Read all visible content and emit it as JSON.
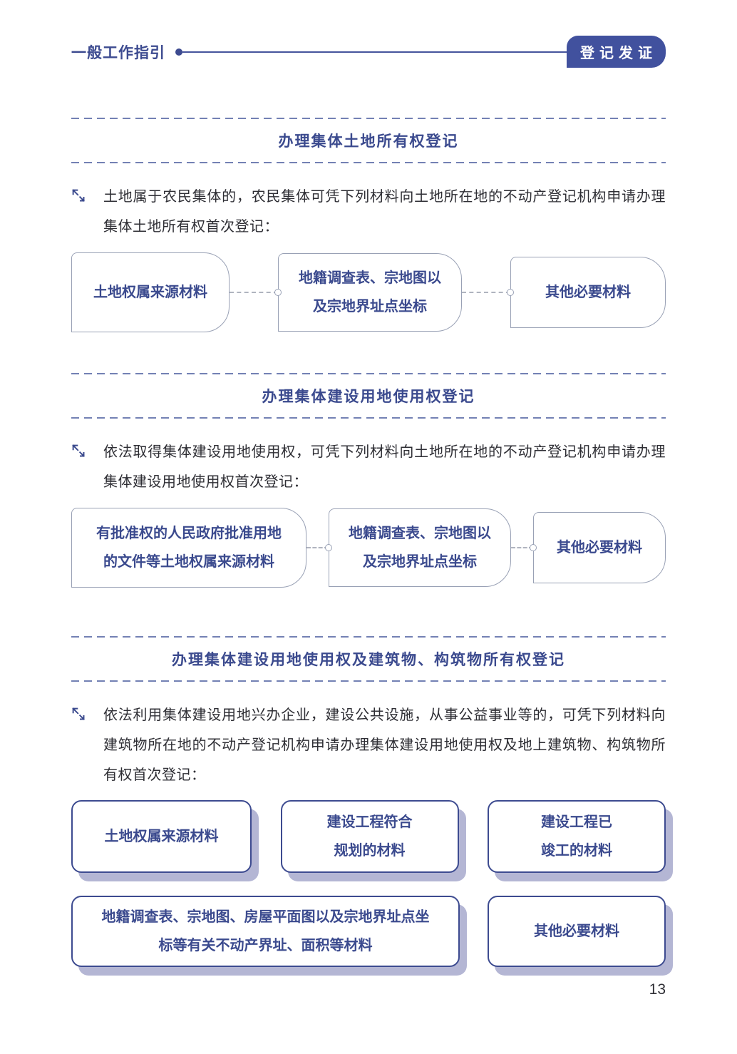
{
  "header": {
    "title": "一般工作指引",
    "badge": "登记发证"
  },
  "sections": [
    {
      "title": "办理集体土地所有权登记",
      "intro": "土地属于农民集体的，农民集体可凭下列材料向土地所在地的不动产登记机构申请办理集体土地所有权首次登记：",
      "boxes": [
        {
          "label": "土地权属来源材料"
        },
        {
          "label": "地籍调查表、宗地图以\n及宗地界址点坐标"
        },
        {
          "label": "其他必要材料"
        }
      ]
    },
    {
      "title": "办理集体建设用地使用权登记",
      "intro": "依法取得集体建设用地使用权，可凭下列材料向土地所在地的不动产登记机构申请办理集体建设用地使用权首次登记：",
      "boxes": [
        {
          "label": "有批准权的人民政府批准用地\n的文件等土地权属来源材料"
        },
        {
          "label": "地籍调查表、宗地图以\n及宗地界址点坐标"
        },
        {
          "label": "其他必要材料"
        }
      ]
    },
    {
      "title": "办理集体建设用地使用权及建筑物、构筑物所有权登记",
      "intro": "依法利用集体建设用地兴办企业，建设公共设施，从事公益事业等的，可凭下列材料向建筑物所在地的不动产登记机构申请办理集体建设用地使用权及地上建筑物、构筑物所有权首次登记：",
      "boxes": [
        {
          "label": "土地权属来源材料"
        },
        {
          "label": "建设工程符合\n规划的材料"
        },
        {
          "label": "建设工程已\n竣工的材料"
        },
        {
          "label": "地籍调查表、宗地图、房屋平面图以及宗地界址点坐\n标等有关不动产界址、面积等材料"
        },
        {
          "label": "其他必要材料"
        }
      ]
    }
  ],
  "page_number": "13",
  "colors": {
    "accent_blue": "#3b4a8e",
    "badge_background": "#41519e",
    "dashed_line": "#7381b4",
    "box_border_gray": "#99a1b5",
    "shadow_purple": "#b4b6d4",
    "body_text": "#2e2e34"
  }
}
